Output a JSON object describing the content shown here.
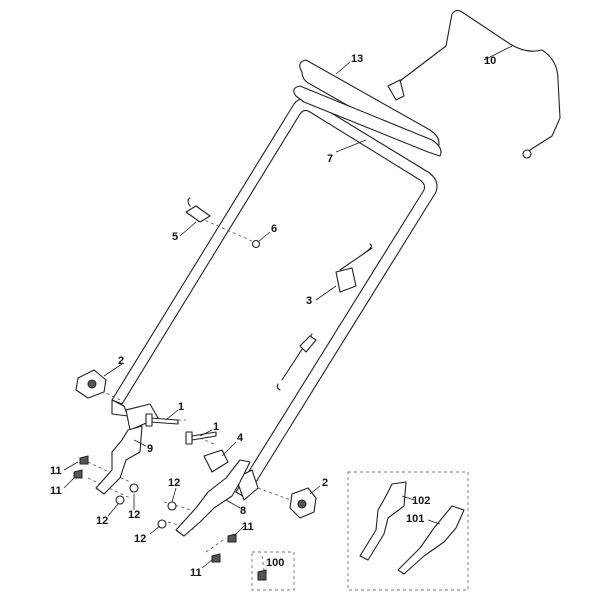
{
  "callouts": [
    {
      "id": "c13",
      "text": "13"
    },
    {
      "id": "c10",
      "text": "10"
    },
    {
      "id": "c7",
      "text": "7"
    },
    {
      "id": "c6",
      "text": "6"
    },
    {
      "id": "c5",
      "text": "5"
    },
    {
      "id": "c3",
      "text": "3"
    },
    {
      "id": "c2a",
      "text": "2"
    },
    {
      "id": "c1a",
      "text": "1"
    },
    {
      "id": "c9",
      "text": "9"
    },
    {
      "id": "c1b",
      "text": "1"
    },
    {
      "id": "c4",
      "text": "4"
    },
    {
      "id": "c11a",
      "text": "11"
    },
    {
      "id": "c11b",
      "text": "11"
    },
    {
      "id": "c12a",
      "text": "12"
    },
    {
      "id": "c12b",
      "text": "12"
    },
    {
      "id": "c12c",
      "text": "12"
    },
    {
      "id": "c12d",
      "text": "12"
    },
    {
      "id": "c8",
      "text": "8"
    },
    {
      "id": "c11c",
      "text": "11"
    },
    {
      "id": "c11d",
      "text": "11"
    },
    {
      "id": "c100",
      "text": "100"
    },
    {
      "id": "c2b",
      "text": "2"
    },
    {
      "id": "c102",
      "text": "102"
    },
    {
      "id": "c101",
      "text": "101"
    }
  ]
}
